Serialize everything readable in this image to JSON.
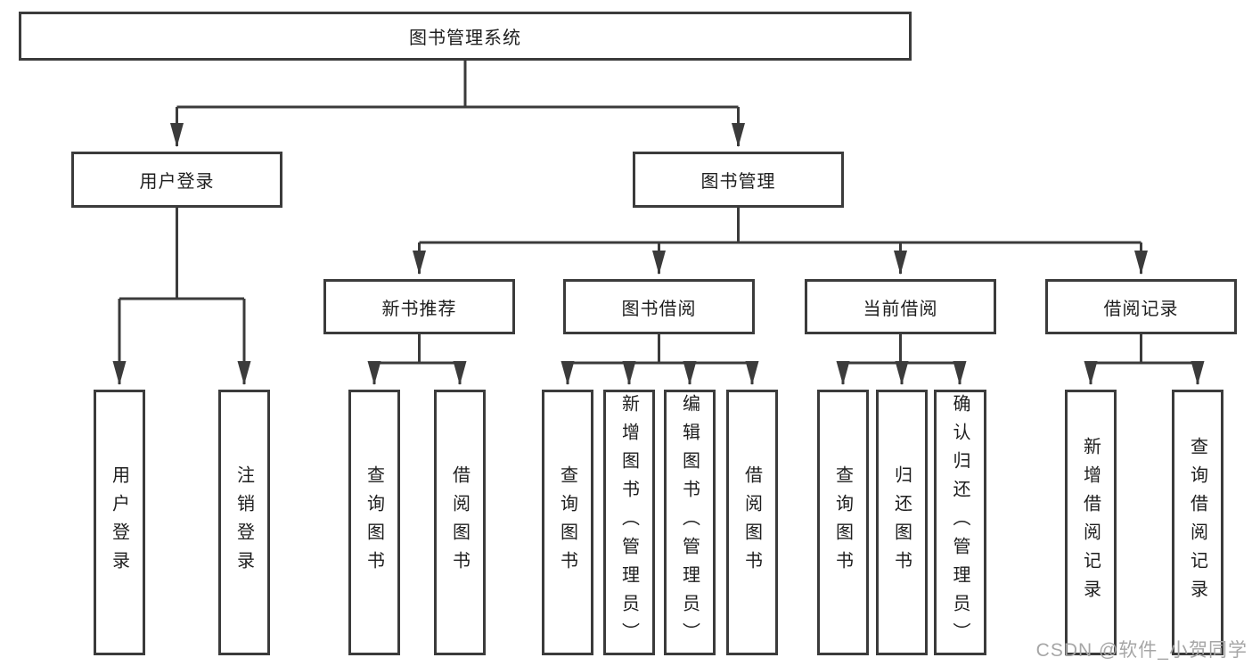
{
  "colors": {
    "line": "#3b3b3b",
    "box_border": "#3b3b3b",
    "box_background": "#ffffff",
    "label_text": "#1e1e1e",
    "watermark_text": "#a6a6a6"
  },
  "tree": {
    "root": {
      "label": "图书管理系统"
    },
    "branches": [
      {
        "label": "用户登录",
        "children": [
          {
            "label": "用户登录"
          },
          {
            "label": "注销登录"
          }
        ]
      },
      {
        "label": "图书管理",
        "children": [
          {
            "label": "新书推荐",
            "children": [
              {
                "label": "查询图书"
              },
              {
                "label": "借阅图书"
              }
            ]
          },
          {
            "label": "图书借阅",
            "children": [
              {
                "label": "查询图书"
              },
              {
                "label": "新增图书（管理员）"
              },
              {
                "label": "编辑图书（管理员）"
              },
              {
                "label": "借阅图书"
              }
            ]
          },
          {
            "label": "当前借阅",
            "children": [
              {
                "label": "查询图书"
              },
              {
                "label": "归还图书"
              },
              {
                "label": "确认归还（管理员）"
              }
            ]
          },
          {
            "label": "借阅记录",
            "children": [
              {
                "label": "新增借阅记录"
              },
              {
                "label": "查询借阅记录"
              }
            ]
          }
        ]
      }
    ]
  },
  "watermark": {
    "label": "CSDN @软件_小贺同学"
  }
}
